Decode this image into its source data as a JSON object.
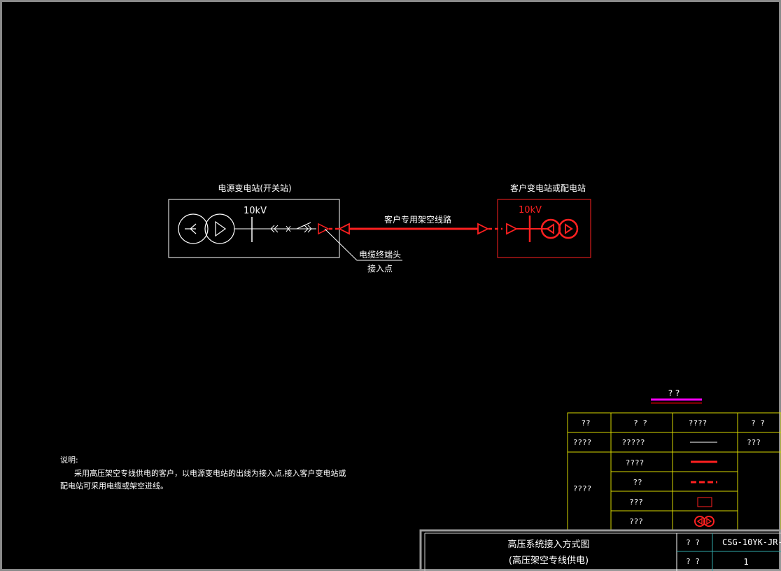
{
  "colors": {
    "background": "#000000",
    "line_white": "#ffffff",
    "line_red": "#ff0000",
    "legend_grid": "#d8d800",
    "title_rule": "#ff00ff"
  },
  "source_station": {
    "title": "电源变电站(开关站)",
    "voltage": "10kV"
  },
  "customer_station": {
    "title": "客户变电站或配电站",
    "voltage": "10kV"
  },
  "line_label": "客户专用架空线路",
  "access_label": {
    "line1": "电缆终端头",
    "line2": "接入点"
  },
  "notes": {
    "heading": "说明:",
    "line1": "采用高压架空专线供电的客户，以电源变电站的出线为接入点,接入客户变电站或",
    "line2": "配电站可采用电缆或架空进线。"
  },
  "legend": {
    "title": "? ?",
    "headers": [
      "??",
      "?  ?",
      "????",
      "?  ?"
    ],
    "row_existing": {
      "category": "????",
      "item": "?????",
      "note": "???"
    },
    "group_label": "????",
    "group_rows": [
      "????",
      "??",
      "???",
      "???"
    ]
  },
  "title_block": {
    "title_line1": "高压系统接入方式图",
    "title_line2": "(高压架空专线供电)",
    "label1": "? ?",
    "value1": "CSG-10YK-JR-",
    "label2": "? ?",
    "value2": "1"
  }
}
